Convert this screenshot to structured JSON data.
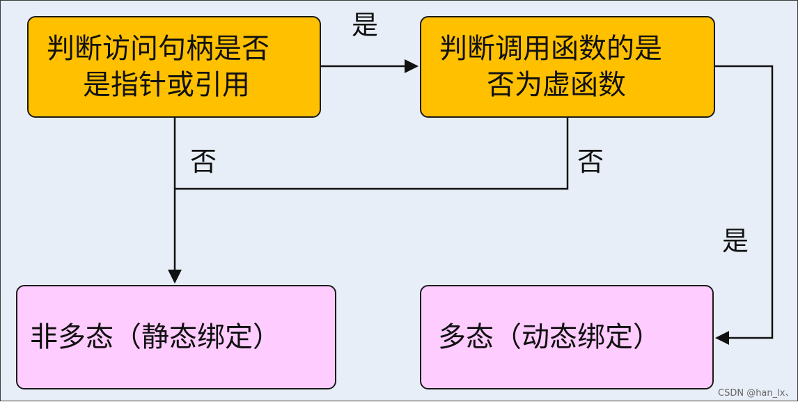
{
  "nodes": {
    "check_handle": {
      "line1": "判断访问句柄是否",
      "line2": "是指针或引用"
    },
    "check_virtual": {
      "line1": "判断调用函数的是",
      "line2": "否为虚函数"
    },
    "static_binding": {
      "label": "非多态（静态绑定）"
    },
    "dynamic_binding": {
      "label": "多态（动态绑定）"
    }
  },
  "edge_labels": {
    "handle_yes": "是",
    "handle_no": "否",
    "virtual_no": "否",
    "virtual_yes": "是"
  },
  "colors": {
    "decision_fill": "#ffc000",
    "result_fill": "#ffccff",
    "background": "#e8eef7",
    "line": "#111111"
  },
  "watermark": "CSDN @han_lx、"
}
